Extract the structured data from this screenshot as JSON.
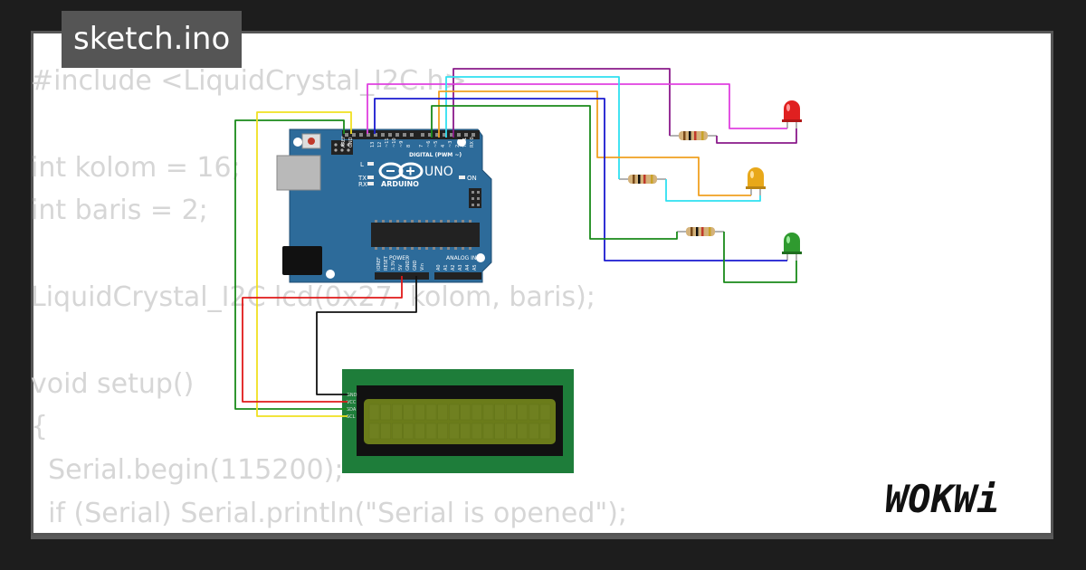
{
  "file_tab": {
    "label": "sketch.ino"
  },
  "code_lines": [
    "#include <LiquidCrystal_I2C.h>",
    "",
    "int kolom = 16;",
    "int baris = 2;",
    "",
    "LiquidCrystal_I2C lcd(0x27, kolom, baris);",
    "",
    "void setup()",
    "{",
    "  Serial.begin(115200);",
    "  if (Serial) Serial.println(\"Serial is opened\");"
  ],
  "arduino": {
    "brand": "ARDUINO",
    "model": "UNO",
    "header_digital": "DIGITAL (PWM ~)",
    "header_power": "POWER",
    "header_analog": "ANALOG IN",
    "led_l": "L",
    "led_tx": "TX",
    "led_rx": "RX",
    "led_on": "ON",
    "pins_top": [
      "AREF",
      "GND",
      "13",
      "12",
      "~11",
      "~10",
      "~9",
      "8",
      "7",
      "~6",
      "~5",
      "4",
      "~3",
      "2",
      "TX 1",
      "RX 0"
    ],
    "pins_power": [
      "IOREF",
      "RESET",
      "3.3V",
      "5V",
      "GND",
      "GND",
      "Vin"
    ],
    "pins_analog": [
      "A0",
      "A1",
      "A2",
      "A3",
      "A4",
      "A5"
    ]
  },
  "lcd": {
    "pins": [
      "GND",
      "VCC",
      "SDA",
      "SCL"
    ],
    "screen_color": "#6b7c1a",
    "board_color": "#1e7d3a"
  },
  "leds": [
    {
      "name": "red",
      "color": "#e02020"
    },
    {
      "name": "yellow",
      "color": "#e8a81a"
    },
    {
      "name": "green",
      "color": "#2f9a2f"
    }
  ],
  "colors": {
    "wire_purple": "#8a1a8a",
    "wire_cyan": "#2fe0f0",
    "wire_magenta": "#e040e0",
    "wire_orange": "#f0a020",
    "wire_blue": "#1a1ad0",
    "wire_green": "#1a8a1a",
    "wire_red": "#e01a1a",
    "wire_yellow": "#f0e020",
    "wire_black": "#111111",
    "board_blue": "#2d6b9a"
  },
  "brand_logo": "WOKWi"
}
